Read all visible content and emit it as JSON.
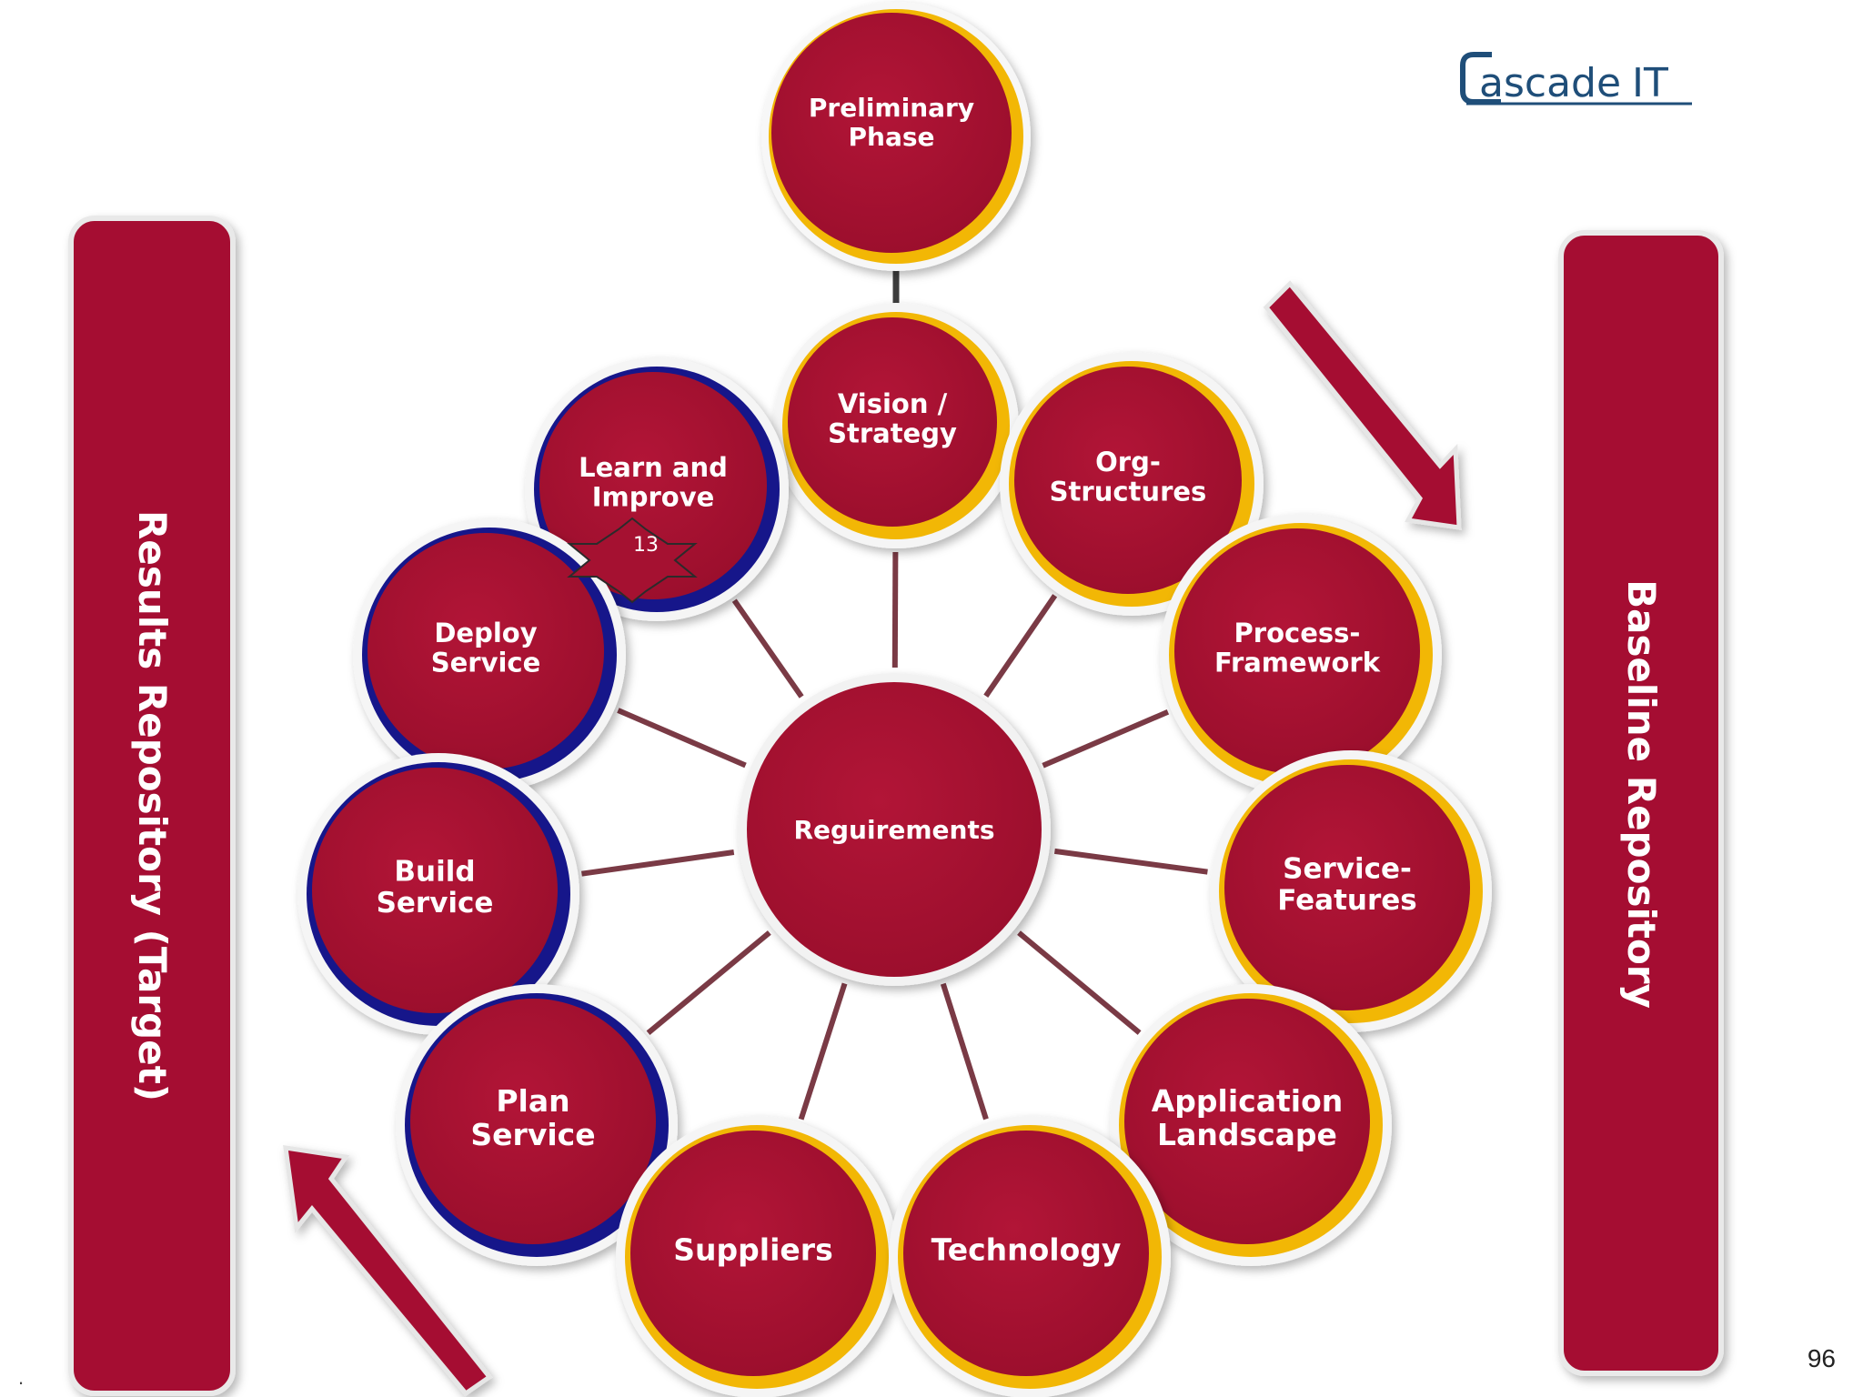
{
  "logo": {
    "text": "ascade",
    "accent": "IT",
    "colors": {
      "text": "#1f4e79",
      "accent": "#1f4e79"
    }
  },
  "page_number": "96",
  "corner_mark": ".",
  "colors": {
    "node_fill": "#a51131",
    "ring_gold": "#f2b705",
    "ring_navy": "#16168a",
    "spoke": "#7a3a45",
    "repo_fill": "#a51131"
  },
  "repositories": {
    "left": "Results Repository (Target)",
    "right": "Baseline Repository"
  },
  "center_node": {
    "label": "Reguirements"
  },
  "top_node": {
    "lines": [
      "Preliminary",
      "Phase"
    ]
  },
  "badge": {
    "text": "13"
  },
  "nodes": [
    {
      "id": "vision",
      "lines": [
        "Vision /",
        "Strategy"
      ],
      "ring": "gold"
    },
    {
      "id": "org",
      "lines": [
        "Org-",
        "Structures"
      ],
      "ring": "gold"
    },
    {
      "id": "process",
      "lines": [
        "Process-",
        "Framework"
      ],
      "ring": "gold"
    },
    {
      "id": "service-features",
      "lines": [
        "Service-",
        "Features"
      ],
      "ring": "gold"
    },
    {
      "id": "application",
      "lines": [
        "Application",
        "Landscape"
      ],
      "ring": "gold"
    },
    {
      "id": "technology",
      "lines": [
        "Technology"
      ],
      "ring": "gold"
    },
    {
      "id": "suppliers",
      "lines": [
        "Suppliers"
      ],
      "ring": "gold"
    },
    {
      "id": "plan",
      "lines": [
        "Plan",
        "Service"
      ],
      "ring": "navy"
    },
    {
      "id": "build",
      "lines": [
        "Build",
        "Service"
      ],
      "ring": "navy"
    },
    {
      "id": "deploy",
      "lines": [
        "Deploy",
        "Service"
      ],
      "ring": "navy"
    },
    {
      "id": "learn",
      "lines": [
        "Learn and",
        "Improve"
      ],
      "ring": "navy"
    }
  ]
}
